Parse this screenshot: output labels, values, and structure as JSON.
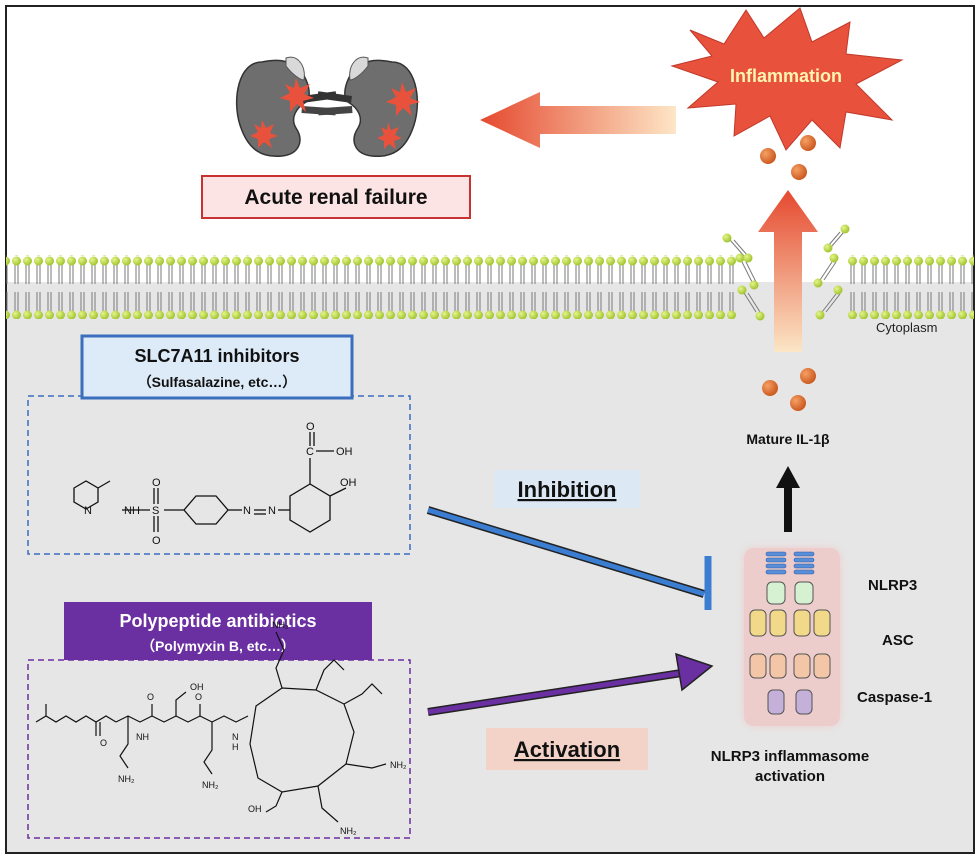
{
  "top": {
    "inflammation_label": "Inflammation",
    "renal_failure_label": "Acute renal failure"
  },
  "membrane": {
    "cytoplasm_label": "Cytoplasm"
  },
  "inhibitor_box": {
    "title": "SLC7A11 inhibitors",
    "subtitle": "（Sulfasalazine, etc…）",
    "molecule_labels": {
      "n_ring": "N",
      "nh": "NH",
      "s": "S",
      "o_top": "O",
      "o_bottom": "O",
      "azo_n1": "N",
      "azo_n2": "N",
      "oh_acid": "OH",
      "o_acid": "O",
      "c_acid": "C",
      "oh_phenol": "OH"
    }
  },
  "antibiotic_box": {
    "title": "Polypeptide antibiotics",
    "subtitle": "（Polymyxin B, etc…）",
    "molecule_labels": {
      "nh2": "NH₂",
      "oh": "OH",
      "o": "O",
      "nh": "NH",
      "n": "N",
      "h": "H"
    }
  },
  "arrows": {
    "inhibition_label": "Inhibition",
    "activation_label": "Activation"
  },
  "inflammasome": {
    "nlrp3_label": "NLRP3",
    "asc_label": "ASC",
    "caspase_label": "Caspase-1",
    "caption_line1": "NLRP3 inflammasome",
    "caption_line2": "activation",
    "mature_label": "Mature IL-1β"
  },
  "colors": {
    "upper_bg": "#ffffff",
    "lower_bg": "#e6e6e6",
    "membrane_head": "#b5d63a",
    "renal_box_fill": "#fde4e4",
    "renal_box_border": "#c83232",
    "inhibitor_title_border": "#3a6fbf",
    "inhibitor_title_fill": "#ddeaf7",
    "antibiotic_title_fill": "#6a2fa0",
    "inhibition_line": "#3a7dd1",
    "activation_line": "#6a2fa0",
    "cytokine": "#e0702a",
    "burst": "#e8513b"
  },
  "icons": [
    "kidney-icon",
    "starburst-icon",
    "cytokine-dot-icon"
  ]
}
